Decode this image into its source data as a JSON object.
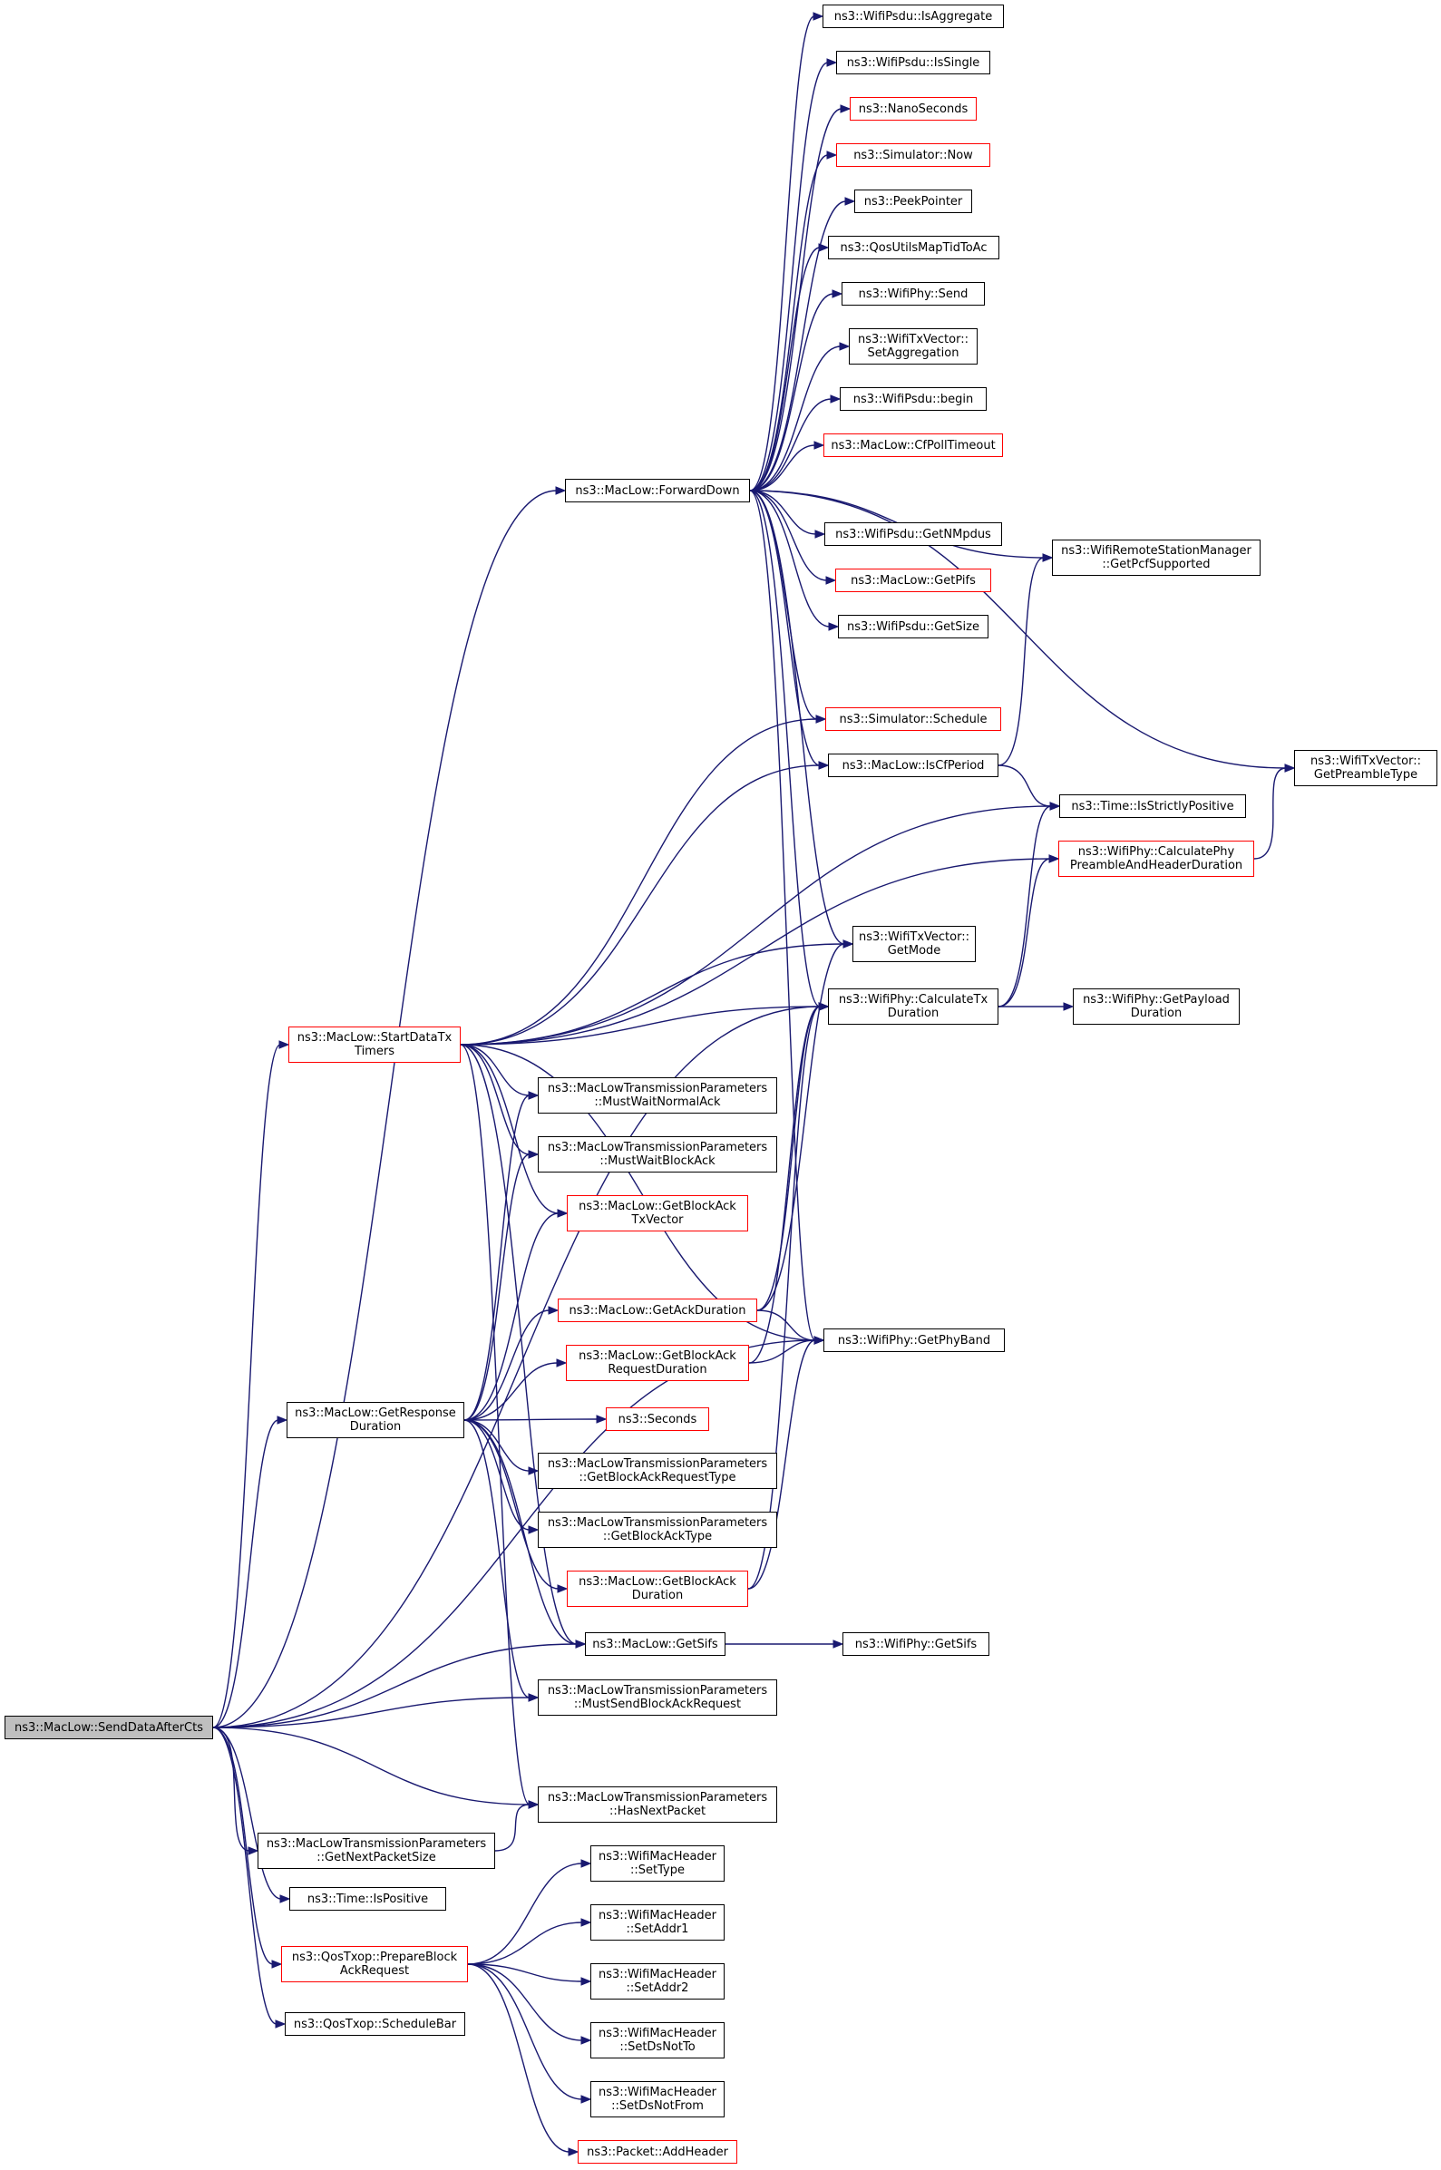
{
  "colors": {
    "edge": "#191970",
    "border": "#000000",
    "border_incomplete": "#ff0000",
    "root_fill": "#bfbfbf"
  },
  "nodes": [
    {
      "id": "send",
      "lines": [
        "ns3::MacLow::SendDataAfterCts"
      ],
      "style": "root"
    },
    {
      "id": "forward",
      "lines": [
        "ns3::MacLow::ForwardDown"
      ],
      "style": "black"
    },
    {
      "id": "startdata",
      "lines": [
        "ns3::MacLow::StartDataTx",
        "Timers"
      ],
      "style": "red"
    },
    {
      "id": "getresp",
      "lines": [
        "ns3::MacLow::GetResponse",
        "Duration"
      ],
      "style": "black"
    },
    {
      "id": "getnextsize",
      "lines": [
        "ns3::MacLowTransmissionParameters",
        "::GetNextPacketSize"
      ],
      "style": "black"
    },
    {
      "id": "ispositive",
      "lines": [
        "ns3::Time::IsPositive"
      ],
      "style": "black"
    },
    {
      "id": "prepbar",
      "lines": [
        "ns3::QosTxop::PrepareBlock",
        "AckRequest"
      ],
      "style": "red"
    },
    {
      "id": "schedbar",
      "lines": [
        "ns3::QosTxop::ScheduleBar"
      ],
      "style": "black"
    },
    {
      "id": "isagg",
      "lines": [
        "ns3::WifiPsdu::IsAggregate"
      ],
      "style": "black"
    },
    {
      "id": "issingle",
      "lines": [
        "ns3::WifiPsdu::IsSingle"
      ],
      "style": "black"
    },
    {
      "id": "nanosec",
      "lines": [
        "ns3::NanoSeconds"
      ],
      "style": "red"
    },
    {
      "id": "simnow",
      "lines": [
        "ns3::Simulator::Now"
      ],
      "style": "red"
    },
    {
      "id": "peek",
      "lines": [
        "ns3::PeekPointer"
      ],
      "style": "black"
    },
    {
      "id": "qosmap",
      "lines": [
        "ns3::QosUtilsMapTidToAc"
      ],
      "style": "black"
    },
    {
      "id": "physend",
      "lines": [
        "ns3::WifiPhy::Send"
      ],
      "style": "black"
    },
    {
      "id": "setagg",
      "lines": [
        "ns3::WifiTxVector::",
        "SetAggregation"
      ],
      "style": "black"
    },
    {
      "id": "begin",
      "lines": [
        "ns3::WifiPsdu::begin"
      ],
      "style": "black"
    },
    {
      "id": "cfpoll",
      "lines": [
        "ns3::MacLow::CfPollTimeout"
      ],
      "style": "red"
    },
    {
      "id": "getnmpdus",
      "lines": [
        "ns3::WifiPsdu::GetNMpdus"
      ],
      "style": "black"
    },
    {
      "id": "getpifs",
      "lines": [
        "ns3::MacLow::GetPifs"
      ],
      "style": "red"
    },
    {
      "id": "getsize",
      "lines": [
        "ns3::WifiPsdu::GetSize"
      ],
      "style": "black"
    },
    {
      "id": "schedule",
      "lines": [
        "ns3::Simulator::Schedule"
      ],
      "style": "red"
    },
    {
      "id": "iscf",
      "lines": [
        "ns3::MacLow::IsCfPeriod"
      ],
      "style": "black"
    },
    {
      "id": "getmode",
      "lines": [
        "ns3::WifiTxVector::",
        "GetMode"
      ],
      "style": "black"
    },
    {
      "id": "calctx",
      "lines": [
        "ns3::WifiPhy::CalculateTx",
        "Duration"
      ],
      "style": "black"
    },
    {
      "id": "getphyband",
      "lines": [
        "ns3::WifiPhy::GetPhyBand"
      ],
      "style": "black"
    },
    {
      "id": "getsifs",
      "lines": [
        "ns3::MacLow::GetSifs"
      ],
      "style": "black"
    },
    {
      "id": "mustsendbar",
      "lines": [
        "ns3::MacLowTransmissionParameters",
        "::MustSendBlockAckRequest"
      ],
      "style": "black"
    },
    {
      "id": "hasnext",
      "lines": [
        "ns3::MacLowTransmissionParameters",
        "::HasNextPacket"
      ],
      "style": "black"
    },
    {
      "id": "mwnormal",
      "lines": [
        "ns3::MacLowTransmissionParameters",
        "::MustWaitNormalAck"
      ],
      "style": "black"
    },
    {
      "id": "mwblock",
      "lines": [
        "ns3::MacLowTransmissionParameters",
        "::MustWaitBlockAck"
      ],
      "style": "black"
    },
    {
      "id": "getbatxv",
      "lines": [
        "ns3::MacLow::GetBlockAck",
        "TxVector"
      ],
      "style": "red"
    },
    {
      "id": "getackdur",
      "lines": [
        "ns3::MacLow::GetAckDuration"
      ],
      "style": "red"
    },
    {
      "id": "getbareqdur",
      "lines": [
        "ns3::MacLow::GetBlockAck",
        "RequestDuration"
      ],
      "style": "red"
    },
    {
      "id": "seconds",
      "lines": [
        "ns3::Seconds"
      ],
      "style": "red"
    },
    {
      "id": "getbareqtype",
      "lines": [
        "ns3::MacLowTransmissionParameters",
        "::GetBlockAckRequestType"
      ],
      "style": "black"
    },
    {
      "id": "getbatype",
      "lines": [
        "ns3::MacLowTransmissionParameters",
        "::GetBlockAckType"
      ],
      "style": "black"
    },
    {
      "id": "getbadur",
      "lines": [
        "ns3::MacLow::GetBlockAck",
        "Duration"
      ],
      "style": "red"
    },
    {
      "id": "settype",
      "lines": [
        "ns3::WifiMacHeader",
        "::SetType"
      ],
      "style": "black"
    },
    {
      "id": "setaddr1",
      "lines": [
        "ns3::WifiMacHeader",
        "::SetAddr1"
      ],
      "style": "black"
    },
    {
      "id": "setaddr2",
      "lines": [
        "ns3::WifiMacHeader",
        "::SetAddr2"
      ],
      "style": "black"
    },
    {
      "id": "setdsnotto",
      "lines": [
        "ns3::WifiMacHeader",
        "::SetDsNotTo"
      ],
      "style": "black"
    },
    {
      "id": "setdsnotfrom",
      "lines": [
        "ns3::WifiMacHeader",
        "::SetDsNotFrom"
      ],
      "style": "black"
    },
    {
      "id": "addheader",
      "lines": [
        "ns3::Packet::AddHeader"
      ],
      "style": "red"
    },
    {
      "id": "remotepcf",
      "lines": [
        "ns3::WifiRemoteStationManager",
        "::GetPcfSupported"
      ],
      "style": "black"
    },
    {
      "id": "strictpos",
      "lines": [
        "ns3::Time::IsStrictlyPositive"
      ],
      "style": "black"
    },
    {
      "id": "calcpre",
      "lines": [
        "ns3::WifiPhy::CalculatePhy",
        "PreambleAndHeaderDuration"
      ],
      "style": "red"
    },
    {
      "id": "getpayload",
      "lines": [
        "ns3::WifiPhy::GetPayload",
        "Duration"
      ],
      "style": "black"
    },
    {
      "id": "phygetsifs",
      "lines": [
        "ns3::WifiPhy::GetSifs"
      ],
      "style": "black"
    },
    {
      "id": "pretype",
      "lines": [
        "ns3::WifiTxVector::",
        "GetPreambleType"
      ],
      "style": "black"
    }
  ],
  "edges": [
    [
      "send",
      "forward"
    ],
    [
      "send",
      "startdata"
    ],
    [
      "send",
      "getresp"
    ],
    [
      "send",
      "getnextsize"
    ],
    [
      "send",
      "ispositive"
    ],
    [
      "send",
      "prepbar"
    ],
    [
      "send",
      "schedbar"
    ],
    [
      "send",
      "getsifs"
    ],
    [
      "send",
      "mustsendbar"
    ],
    [
      "send",
      "hasnext"
    ],
    [
      "send",
      "getphyband"
    ],
    [
      "send",
      "calctx"
    ],
    [
      "forward",
      "isagg"
    ],
    [
      "forward",
      "issingle"
    ],
    [
      "forward",
      "nanosec"
    ],
    [
      "forward",
      "simnow"
    ],
    [
      "forward",
      "peek"
    ],
    [
      "forward",
      "qosmap"
    ],
    [
      "forward",
      "physend"
    ],
    [
      "forward",
      "setagg"
    ],
    [
      "forward",
      "begin"
    ],
    [
      "forward",
      "cfpoll"
    ],
    [
      "forward",
      "getnmpdus"
    ],
    [
      "forward",
      "getpifs"
    ],
    [
      "forward",
      "getsize"
    ],
    [
      "forward",
      "schedule"
    ],
    [
      "forward",
      "iscf"
    ],
    [
      "forward",
      "getmode"
    ],
    [
      "forward",
      "calctx"
    ],
    [
      "forward",
      "getphyband"
    ],
    [
      "forward",
      "remotepcf"
    ],
    [
      "forward",
      "pretype"
    ],
    [
      "startdata",
      "schedule"
    ],
    [
      "startdata",
      "iscf"
    ],
    [
      "startdata",
      "strictpos"
    ],
    [
      "startdata",
      "calcpre"
    ],
    [
      "startdata",
      "getmode"
    ],
    [
      "startdata",
      "calctx"
    ],
    [
      "startdata",
      "getphyband"
    ],
    [
      "startdata",
      "mwnormal"
    ],
    [
      "startdata",
      "mwblock"
    ],
    [
      "startdata",
      "getbatxv"
    ],
    [
      "startdata",
      "getsifs"
    ],
    [
      "startdata",
      "hasnext"
    ],
    [
      "getresp",
      "mwnormal"
    ],
    [
      "getresp",
      "mwblock"
    ],
    [
      "getresp",
      "getbatxv"
    ],
    [
      "getresp",
      "getackdur"
    ],
    [
      "getresp",
      "getbareqdur"
    ],
    [
      "getresp",
      "seconds"
    ],
    [
      "getresp",
      "getbareqtype"
    ],
    [
      "getresp",
      "getbatype"
    ],
    [
      "getresp",
      "getbadur"
    ],
    [
      "getresp",
      "getsifs"
    ],
    [
      "getresp",
      "mustsendbar"
    ],
    [
      "getnextsize",
      "hasnext"
    ],
    [
      "prepbar",
      "settype"
    ],
    [
      "prepbar",
      "setaddr1"
    ],
    [
      "prepbar",
      "setaddr2"
    ],
    [
      "prepbar",
      "setdsnotto"
    ],
    [
      "prepbar",
      "setdsnotfrom"
    ],
    [
      "prepbar",
      "addheader"
    ],
    [
      "iscf",
      "remotepcf"
    ],
    [
      "iscf",
      "strictpos"
    ],
    [
      "calctx",
      "strictpos"
    ],
    [
      "calctx",
      "calcpre"
    ],
    [
      "calctx",
      "getpayload"
    ],
    [
      "calcpre",
      "pretype"
    ],
    [
      "getackdur",
      "getmode"
    ],
    [
      "getackdur",
      "calctx"
    ],
    [
      "getackdur",
      "getphyband"
    ],
    [
      "getbareqdur",
      "calctx"
    ],
    [
      "getbareqdur",
      "getphyband"
    ],
    [
      "getbadur",
      "calctx"
    ],
    [
      "getbadur",
      "getphyband"
    ],
    [
      "getsifs",
      "phygetsifs"
    ]
  ]
}
